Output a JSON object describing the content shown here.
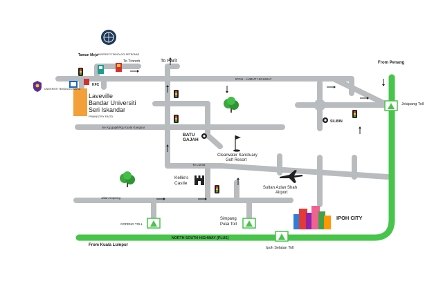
{
  "places": {
    "from_penang": "From Penang",
    "jelapang_toll": "Jelapang Toll",
    "to_tronoh": "To Tronoh",
    "to_parit": "To Parit",
    "taman_meju": "Taman Meju",
    "utp": "UNIVERSITI TEKNOLOGI PETRONAS",
    "uitm": "UNIVERSITI TEKNOLOGI MARA",
    "kfc": "KFC",
    "laveville_line1": "Laveville",
    "laveville_line2": "Bandar Universiti",
    "laveville_line3": "Seri Iskandar",
    "laveville_sub": "PENINSTRY FAITD",
    "ipoh_lumut_highway": "IPOH - LUMUT HIGHWAY",
    "ke_kampung": "ke Kg.gajah/Kg.Kuala Kangsar",
    "batu_gajah_line1": "BATU",
    "batu_gajah_line2": "GAJAH",
    "to_lumut": "To Lumut",
    "silibin": "SILIBIN",
    "clearwater_line1": "Clearwater Sanctuary",
    "clearwater_line2": "Golf Resort",
    "kellies_line1": "Kellie's",
    "kellies_line2": "Castle",
    "airport_line1": "Sultan Azlan Shah",
    "airport_line2": "Airport",
    "jalan_gopeng": "Jalan Gopeng",
    "gopeng_toll": "GOPENG TOLL",
    "simpang_line1": "Simpang",
    "simpang_line2": "Pulai Toll",
    "ipoh_city": "IPOH CITY",
    "north_south_highway": "NORTH SOUTH HIGHWAY (PLUS)",
    "from_kuala_lumpur": "From Kuala Lumpur",
    "ipoh_selatan_toll": "Ipoh Selatan Toll"
  },
  "colors": {
    "highway": "#47c44a",
    "road": "#b9bcbf",
    "laveville": "#f4a03a",
    "tree": "#3aa83d"
  }
}
